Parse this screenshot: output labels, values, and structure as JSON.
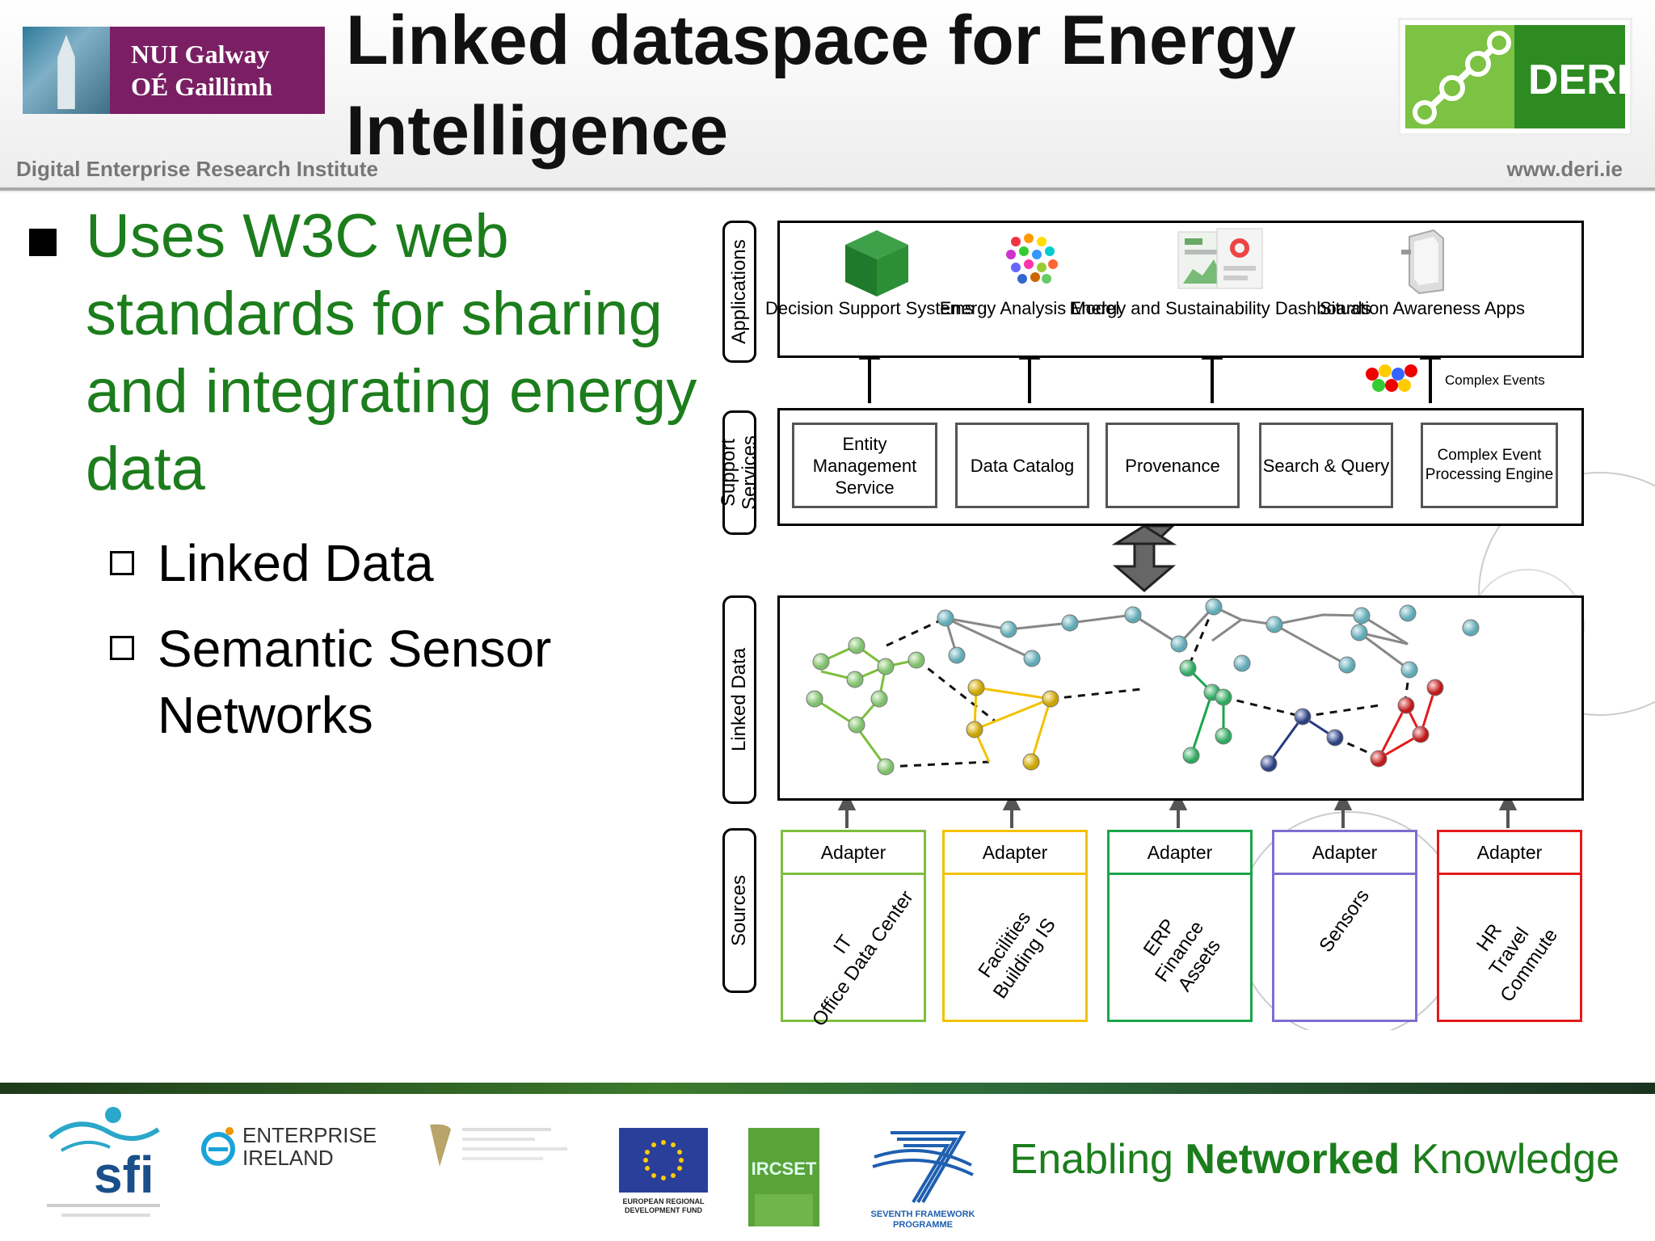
{
  "header": {
    "title": "Linked dataspace for Energy Intelligence",
    "institute": "Digital Enterprise Research Institute",
    "url": "www.deri.ie",
    "nui_logo_line1": "NUI Galway",
    "nui_logo_line2": "OÉ Gaillimh",
    "deri_logo": "DERI"
  },
  "content": {
    "main_bullet": "Uses W3C web standards for sharing and integrating energy data",
    "sub_bullets": [
      "Linked Data",
      "Semantic Sensor Networks"
    ]
  },
  "diagram": {
    "layers": [
      "Applications",
      "Support Services",
      "Linked Data",
      "Sources"
    ],
    "applications": [
      {
        "label": "Decision Support Systems",
        "icon": "green-cube-icon"
      },
      {
        "label": "Energy Analysis Model",
        "icon": "color-cube-icon"
      },
      {
        "label": "Energy and Sustainability Dashboards",
        "icon": "dashboard-icon"
      },
      {
        "label": "Situation Awareness Apps",
        "icon": "mobile-device-icon"
      }
    ],
    "complex_events_label": "Complex Events",
    "services": [
      "Entity Management Service",
      "Data Catalog",
      "Provenance",
      "Search & Query",
      "Complex Event Processing Engine"
    ],
    "adapter_label": "Adapter",
    "sources": [
      {
        "lines": [
          "IT",
          "Office Data Center"
        ],
        "color": "#7dbf3c"
      },
      {
        "lines": [
          "Facilities",
          "Building IS"
        ],
        "color": "#f2c200"
      },
      {
        "lines": [
          "ERP",
          "Finance",
          "Assets"
        ],
        "color": "#1aa64a"
      },
      {
        "lines": [
          "Sensors"
        ],
        "color": "#7b6fd0"
      },
      {
        "lines": [
          "HR",
          "Travel",
          "Commute"
        ],
        "color": "#e21b1b"
      }
    ]
  },
  "footer": {
    "tagline_pre": "Enabling ",
    "tagline_bold": "Networked",
    "tagline_post": " Knowledge",
    "logos": {
      "sfi": "sfi",
      "enterprise_ireland": "ENTERPRISE IRELAND",
      "eu_fund": "EUROPEAN REGIONAL DEVELOPMENT FUND",
      "ircset": "IRCSET",
      "fp7": "SEVENTH FRAMEWORK PROGRAMME"
    }
  }
}
